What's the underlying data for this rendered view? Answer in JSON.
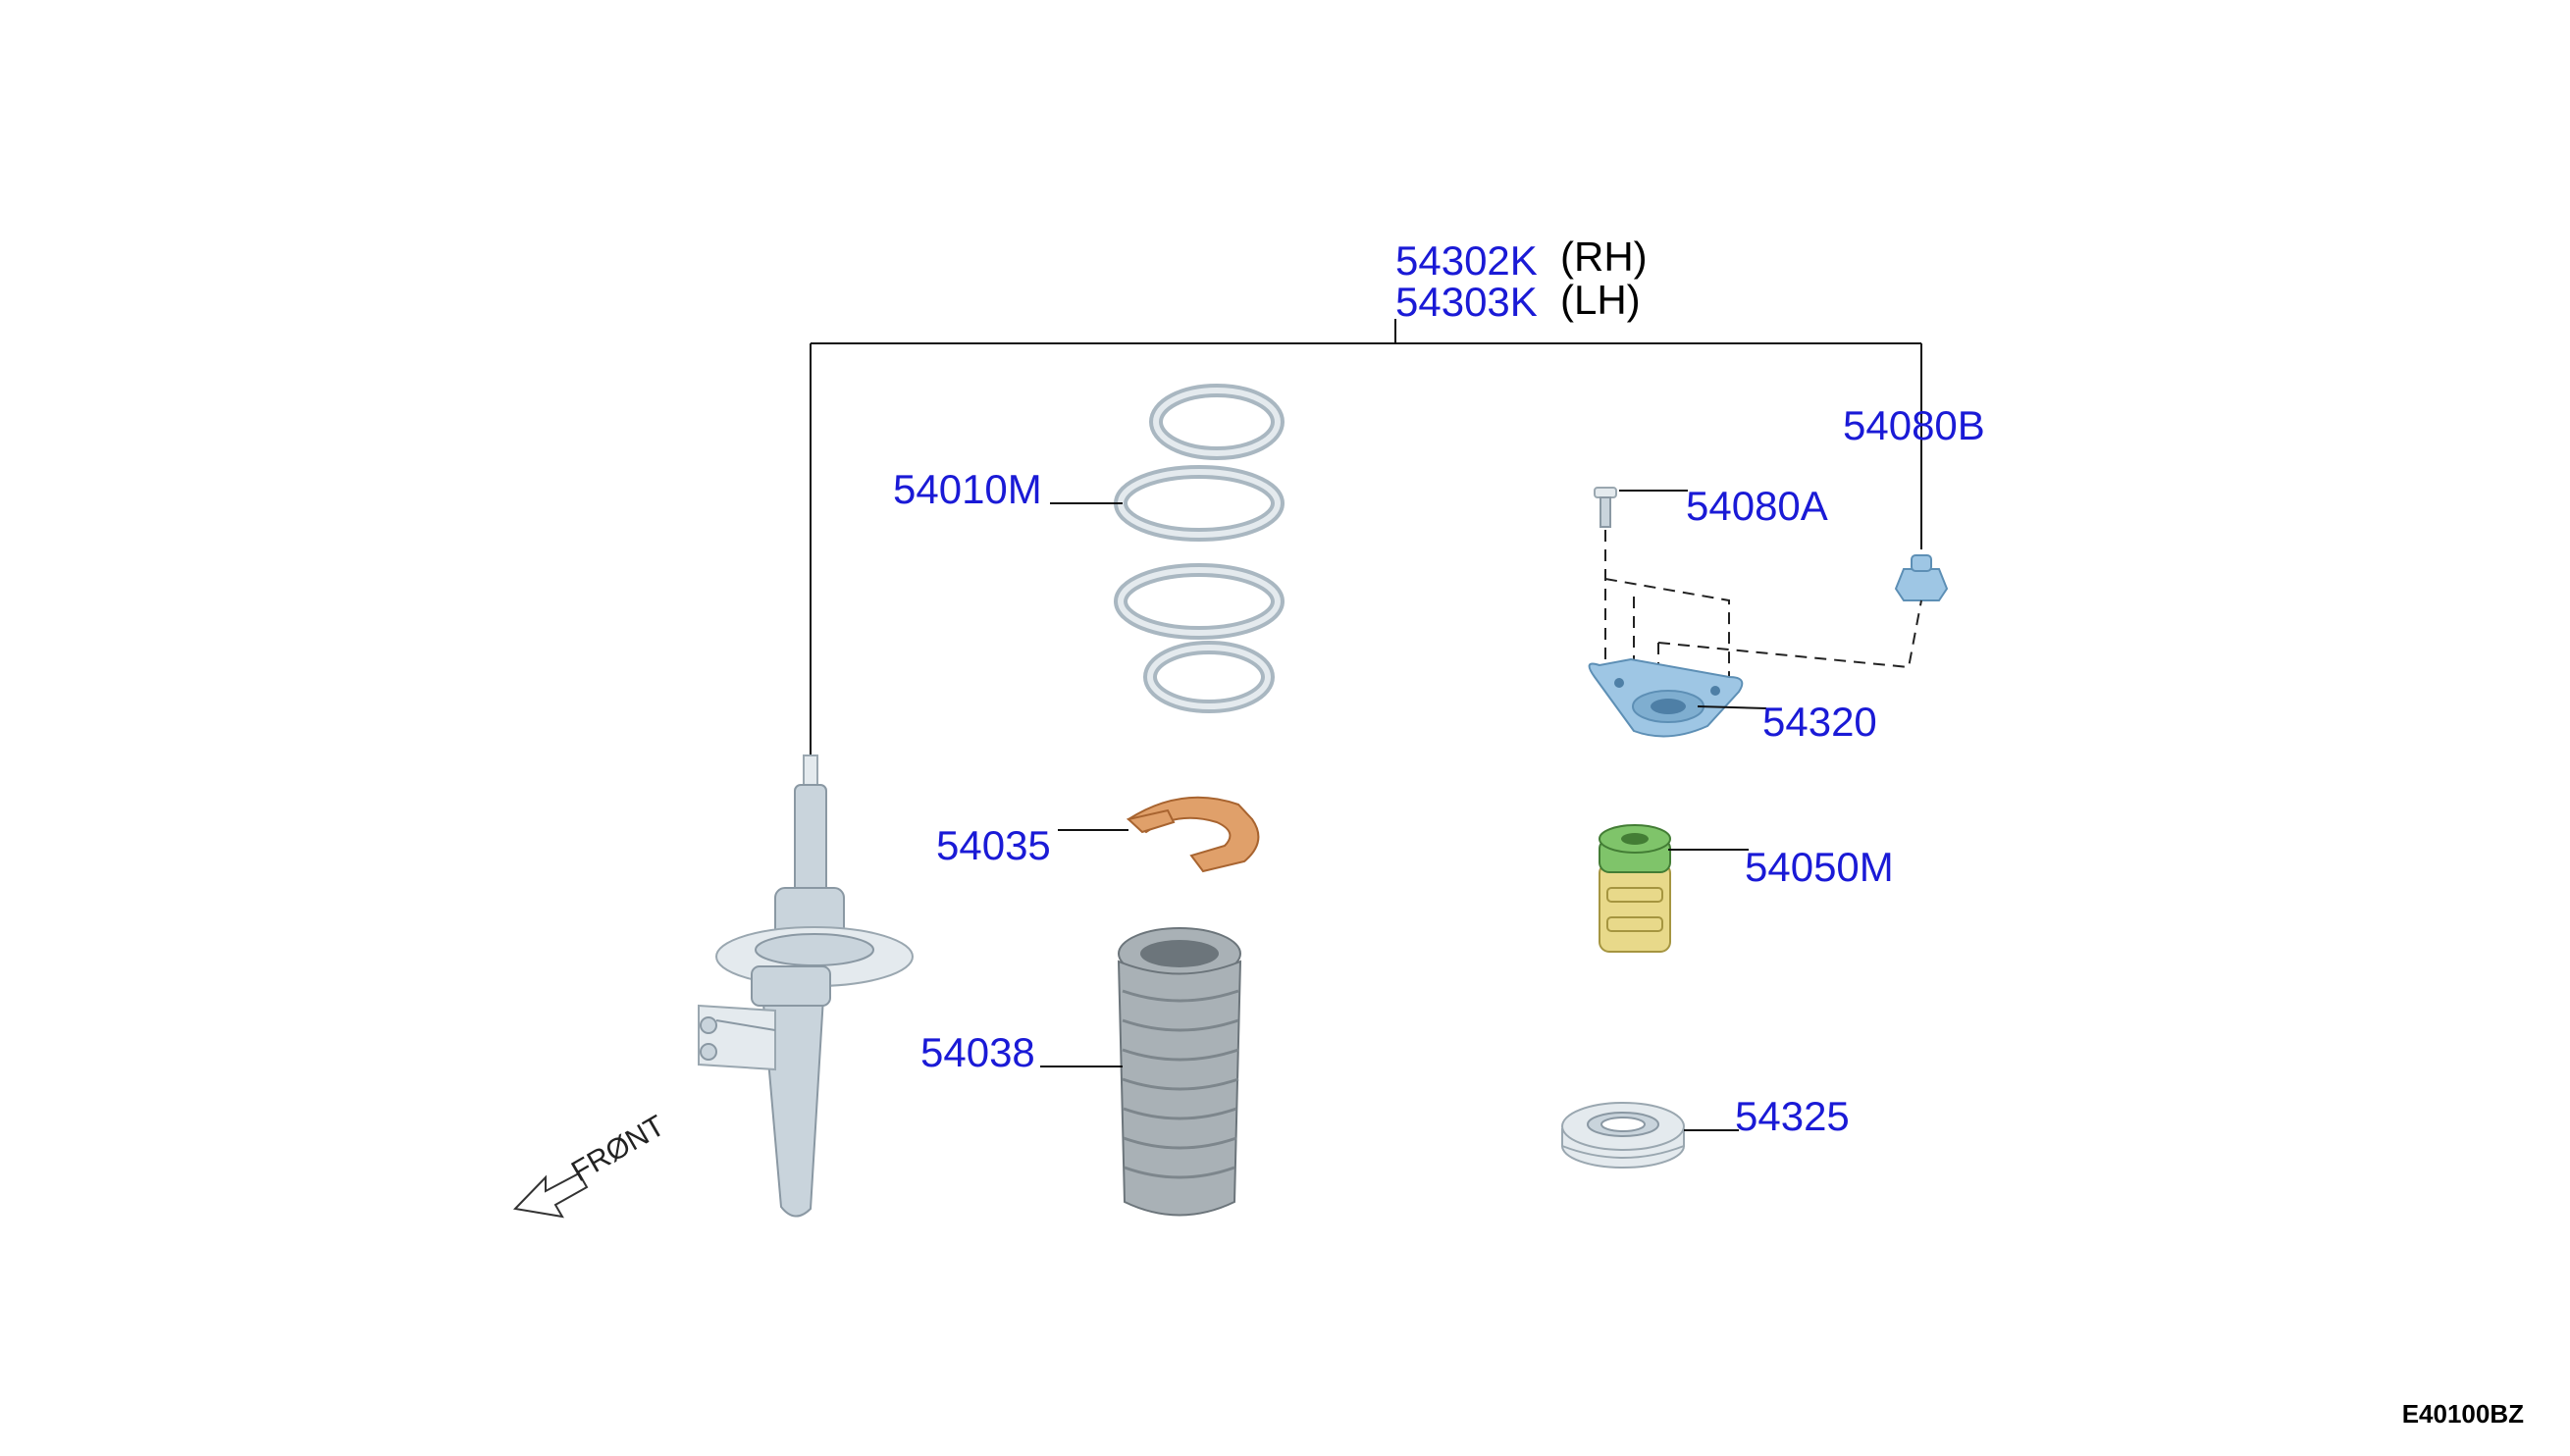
{
  "assembly": {
    "rh_part": "54302K",
    "rh_side": "(RH)",
    "lh_part": "54303K",
    "lh_side": "(LH)"
  },
  "parts": {
    "spring": "54010M",
    "spring_seat": "54035",
    "bound_bumper_cover": "54038",
    "mount_bolt": "54080A",
    "mount_nut": "54080B",
    "strut_mount": "54320",
    "bound_bumper": "54050M",
    "bearing": "54325"
  },
  "direction_label": "FRØNT",
  "diagram_code": "E40100BZ",
  "colors": {
    "part_number": "#1a1ad6",
    "side_text": "#000000"
  }
}
